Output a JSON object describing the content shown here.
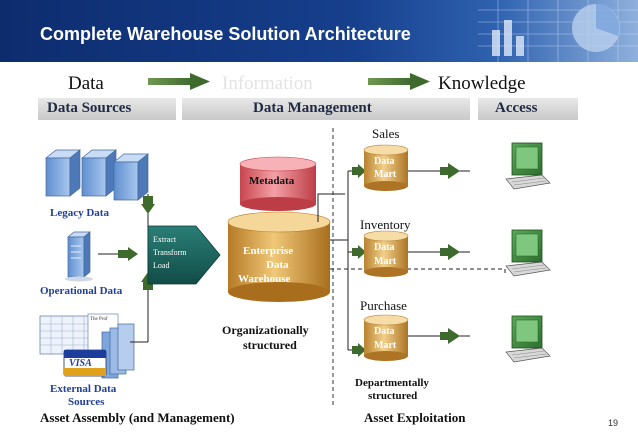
{
  "title": "Complete Warehouse Solution Architecture",
  "flow": {
    "data": "Data",
    "information": "Information",
    "knowledge": "Knowledge"
  },
  "bands": {
    "sources": "Data Sources",
    "management": "Data Management",
    "access": "Access"
  },
  "sources": {
    "legacy": "Legacy  Data",
    "operational": "Operational  Data",
    "external_1": "External Data",
    "external_2": "Sources",
    "visa": "VISA",
    "sheet": "The Prof"
  },
  "etl": {
    "line1": "Extract",
    "line2": "Transform",
    "line3": "Load"
  },
  "metadata": "Metadata",
  "warehouse": {
    "line1": "Enterprise",
    "line2": "Data",
    "line3": "Warehouse"
  },
  "org": {
    "line1": "Organizationally",
    "line2": "structured"
  },
  "marts": [
    {
      "name": "Sales",
      "line1": "Data",
      "line2": "Mart"
    },
    {
      "name": "Inventory",
      "line1": "Data",
      "line2": "Mart"
    },
    {
      "name": "Purchase",
      "line1": "Data",
      "line2": "Mart"
    }
  ],
  "dept": {
    "line1": "Departmentally",
    "line2": "structured"
  },
  "footer": {
    "assembly": "Asset Assembly (and Management)",
    "exploitation": "Asset Exploitation",
    "page": "19"
  },
  "colors": {
    "title_bg": "#0d2c6e",
    "arrow": "#4d7a3a",
    "legacy_cube": "#8db4e2",
    "metadata": "#e8737a",
    "cylinder": "#d9a24a",
    "etl": "#1d6b64",
    "monitor": "#3d8a3d",
    "source_label": "#1f3f99"
  },
  "icons": [
    "server-cube-icon",
    "tower-server-icon",
    "spreadsheet-icon",
    "credit-card-icon",
    "computer-terminal-icon",
    "arrow-icon"
  ]
}
